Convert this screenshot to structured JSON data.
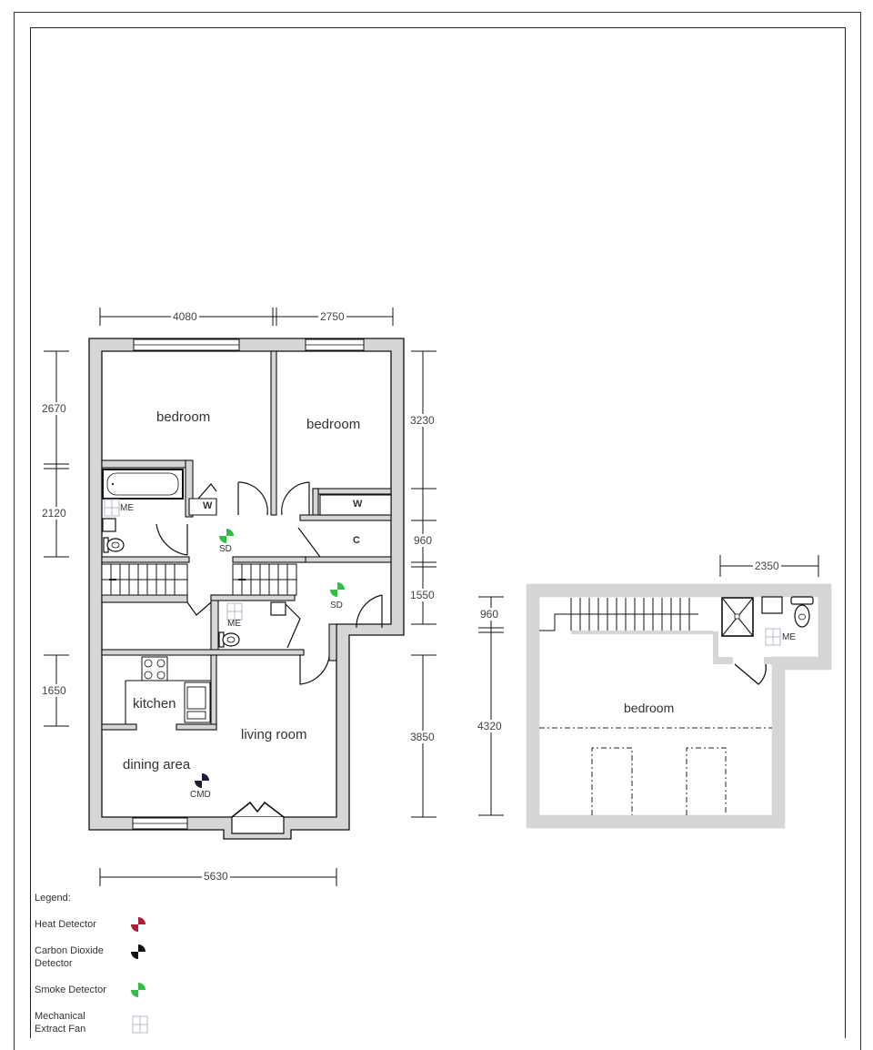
{
  "drawing": {
    "ground_floor": {
      "rooms": {
        "bedroom_left": "bedroom",
        "bedroom_right": "bedroom",
        "kitchen": "kitchen",
        "living_room": "living room",
        "dining_area": "dining area",
        "wardrobe_left": "W",
        "wardrobe_right": "W",
        "cupboard": "C"
      },
      "devices": {
        "smoke_detector_1": "SD",
        "smoke_detector_2": "SD",
        "co_detector": "CMD",
        "extract_fan_bathroom": "ME",
        "extract_fan_wc": "ME"
      },
      "dimensions": {
        "top_left_width": "4080",
        "top_right_width": "2750",
        "left_2670": "2670",
        "left_2120": "2120",
        "left_1650": "1650",
        "right_3230": "3230",
        "right_960": "960",
        "right_1550": "1550",
        "right_3850": "3850",
        "bottom_width": "5630"
      }
    },
    "upper_floor": {
      "rooms": {
        "bedroom": "bedroom"
      },
      "devices": {
        "extract_fan": "ME"
      },
      "dimensions": {
        "top_width": "2350",
        "left_960": "960",
        "left_4320": "4320"
      }
    }
  },
  "legend": {
    "title": "Legend:",
    "items": [
      {
        "label": "Heat Detector",
        "icon": "heat-detector-icon",
        "color": "#b01c34"
      },
      {
        "label": "Carbon Dioxide Detector",
        "line1": "Carbon Dioxide",
        "line2": "Detector",
        "icon": "co-detector-icon",
        "color": "#111111"
      },
      {
        "label": "Smoke Detector",
        "icon": "smoke-detector-icon",
        "color": "#2fbf45"
      },
      {
        "label": "Mechanical Extract Fan",
        "line1": "Mechanical",
        "line2": "Extract Fan",
        "icon": "extract-fan-icon",
        "color": "#b8b8c8"
      }
    ]
  },
  "colors": {
    "wall_fill": "#d6d6d6",
    "line": "#111111",
    "smoke": "#2fbf45",
    "heat": "#b01c34",
    "co": "#1a1a3a"
  }
}
